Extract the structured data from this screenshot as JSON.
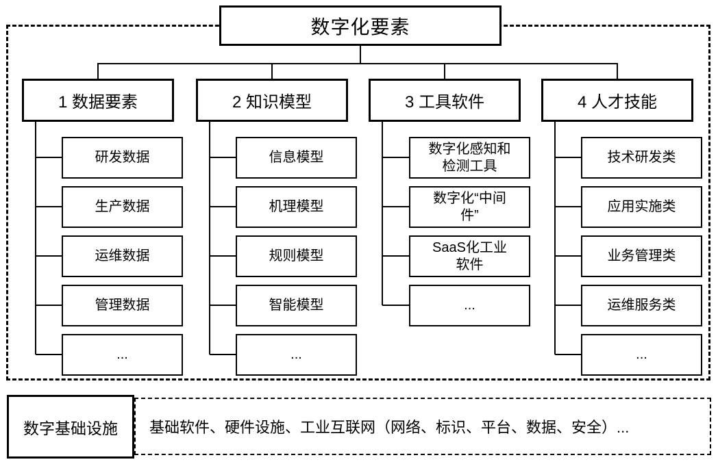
{
  "title": {
    "label": "数字化要素"
  },
  "columns": [
    {
      "header": "1 数据要素",
      "children": [
        "研发数据",
        "生产数据",
        "运维数据",
        "管理数据",
        "..."
      ]
    },
    {
      "header": "2 知识模型",
      "children": [
        "信息模型",
        "机理模型",
        "规则模型",
        "智能模型",
        "..."
      ]
    },
    {
      "header": "3 工具软件",
      "children": [
        "数字化感知和\n检测工具",
        "数字化“中间\n件”",
        "SaaS化工业\n软件",
        "..."
      ]
    },
    {
      "header": "4 人才技能",
      "children": [
        "技术研发类",
        "应用实施类",
        "业务管理类",
        "运维服务类",
        "..."
      ]
    }
  ],
  "infrastructure": {
    "label": "数字基础设施",
    "description": "基础软件、硬件设施、工业互联网（网络、标识、平台、数据、安全）..."
  },
  "colors": {
    "line": "#000000",
    "background": "#ffffff"
  }
}
